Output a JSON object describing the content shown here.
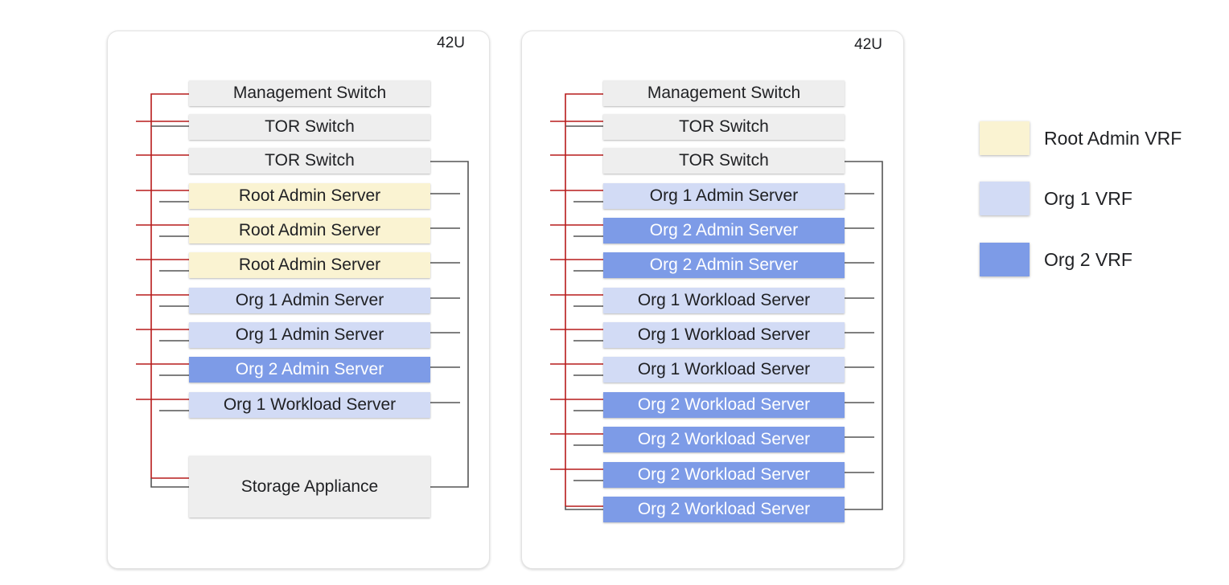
{
  "colors": {
    "switch": "#eeeeee",
    "root_admin_vrf": "#faf3d2",
    "org1_vrf": "#d2dbf5",
    "org2_vrf": "#7d9be7",
    "management_wire": "#b71c1c",
    "data_wire": "#555555"
  },
  "racks": [
    {
      "size_label": "42U",
      "units": [
        {
          "label": "Management Switch",
          "kind": "switch"
        },
        {
          "label": "TOR Switch",
          "kind": "switch"
        },
        {
          "label": "TOR Switch",
          "kind": "switch"
        },
        {
          "label": "Root Admin Server",
          "kind": "root"
        },
        {
          "label": "Root Admin Server",
          "kind": "root"
        },
        {
          "label": "Root Admin Server",
          "kind": "root"
        },
        {
          "label": "Org 1 Admin Server",
          "kind": "org1"
        },
        {
          "label": "Org 1 Admin Server",
          "kind": "org1"
        },
        {
          "label": "Org 2 Admin Server",
          "kind": "org2"
        },
        {
          "label": "Org 1 Workload Server",
          "kind": "org1"
        },
        {
          "label": "Storage Appliance",
          "kind": "storage"
        }
      ]
    },
    {
      "size_label": "42U",
      "units": [
        {
          "label": "Management Switch",
          "kind": "switch"
        },
        {
          "label": "TOR Switch",
          "kind": "switch"
        },
        {
          "label": "TOR Switch",
          "kind": "switch"
        },
        {
          "label": "Org 1 Admin Server",
          "kind": "org1"
        },
        {
          "label": "Org 2 Admin Server",
          "kind": "org2"
        },
        {
          "label": "Org 2 Admin Server",
          "kind": "org2"
        },
        {
          "label": "Org 1 Workload Server",
          "kind": "org1"
        },
        {
          "label": "Org 1 Workload Server",
          "kind": "org1"
        },
        {
          "label": "Org 1 Workload Server",
          "kind": "org1"
        },
        {
          "label": "Org 2 Workload Server",
          "kind": "org2"
        },
        {
          "label": "Org 2 Workload Server",
          "kind": "org2"
        },
        {
          "label": "Org 2 Workload Server",
          "kind": "org2"
        },
        {
          "label": "Org 2 Workload Server",
          "kind": "org2"
        }
      ]
    }
  ],
  "legend": [
    {
      "label": "Root Admin VRF",
      "kind": "root"
    },
    {
      "label": "Org 1 VRF",
      "kind": "org1"
    },
    {
      "label": "Org 2 VRF",
      "kind": "org2"
    }
  ]
}
